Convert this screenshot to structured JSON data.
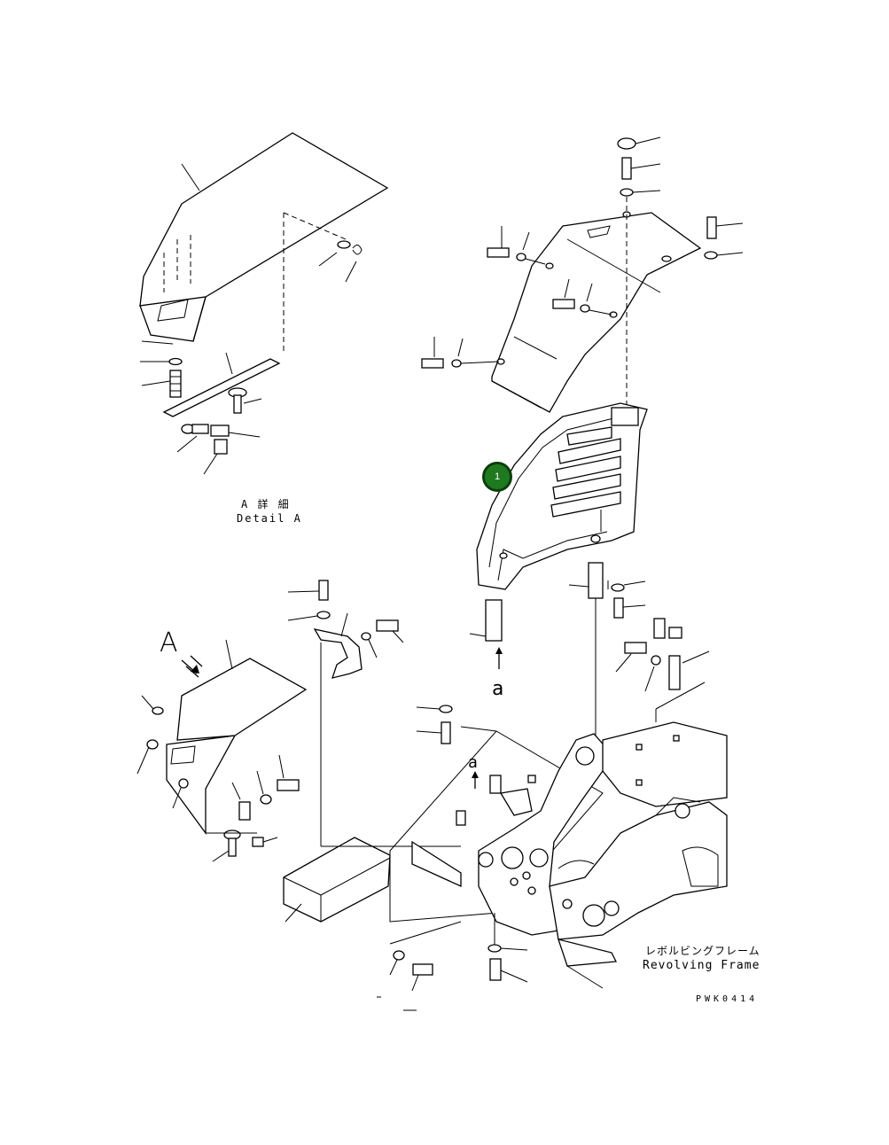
{
  "callout": {
    "number": "1"
  },
  "detail": {
    "title_jp": "A 詳 細",
    "title_en": "Detail A"
  },
  "frame": {
    "label_jp": "レボルビングフレーム",
    "label_en": "Revolving Frame"
  },
  "view_letters": {
    "big_a": "A",
    "small_a_1": "a",
    "small_a_2": "a"
  },
  "drawing_code": "PWK0414",
  "colors": {
    "callout_fill": "#1f7a1f",
    "callout_border": "#0c3f0c"
  }
}
